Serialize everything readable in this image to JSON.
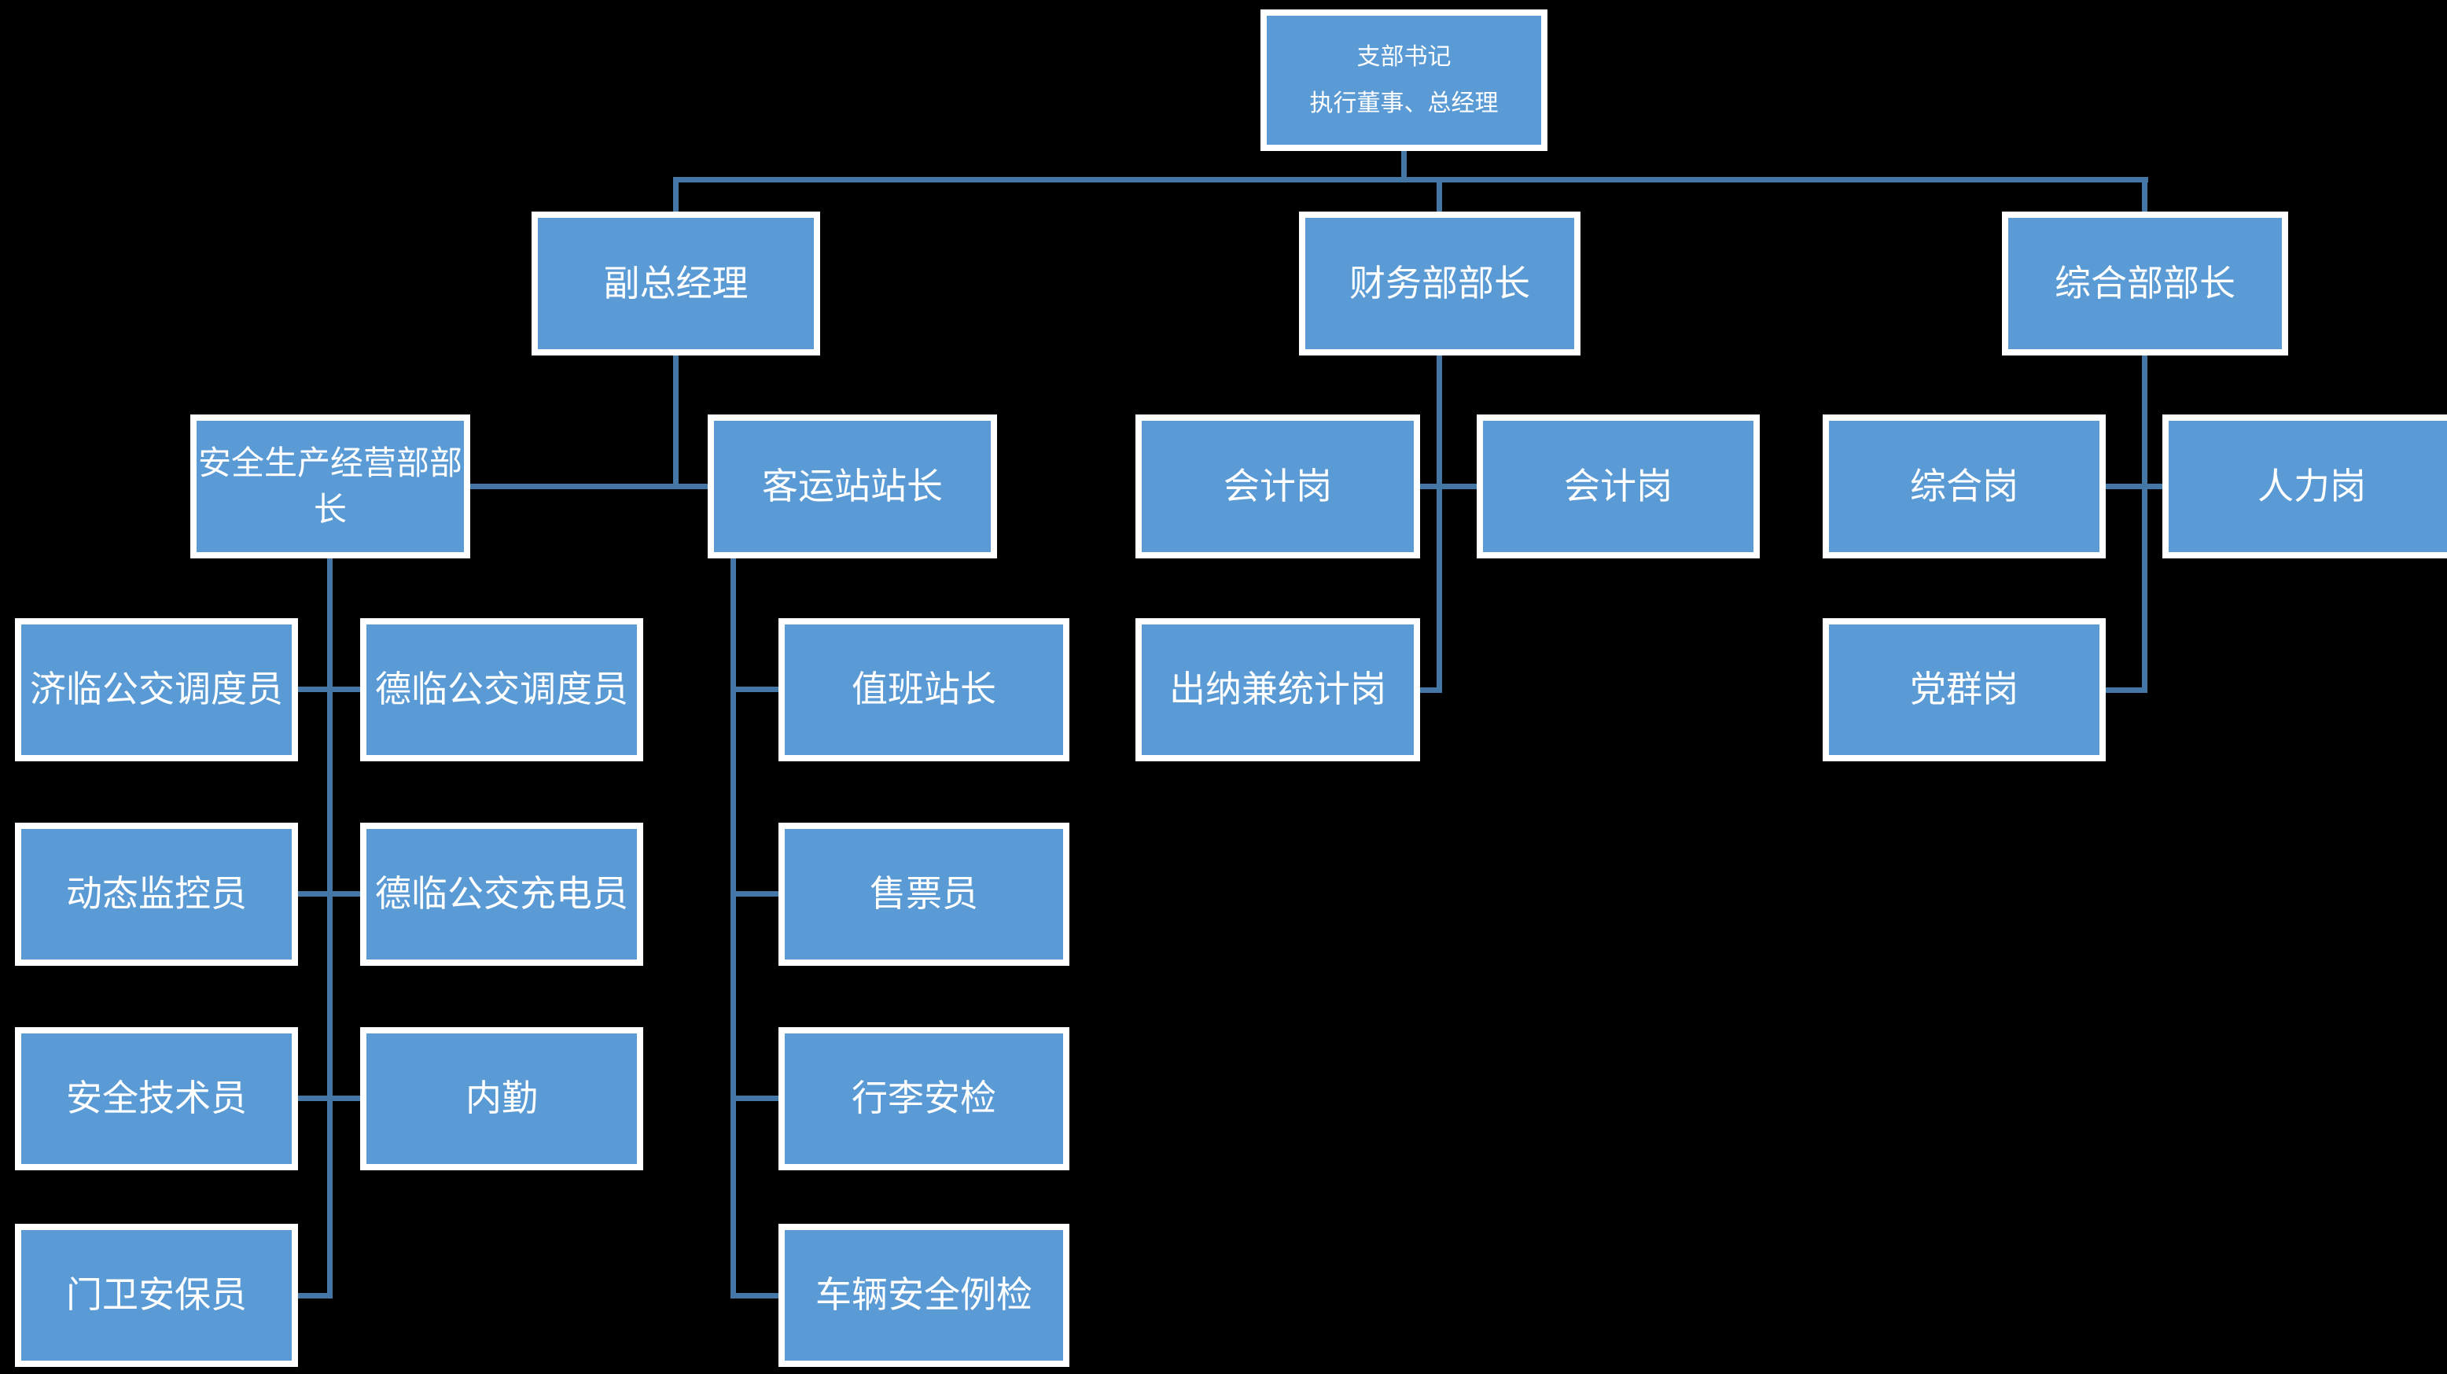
{
  "colors": {
    "background": "#000000",
    "box_fill": "#5B9BD5",
    "box_border": "#FFFFFF",
    "connector": "#4577A6",
    "text": "#FFFFFF"
  },
  "nodes": {
    "branch_secretary": {
      "line1": "支部书记",
      "line2": "执行董事、总经理"
    },
    "deputy_general_manager": "副总经理",
    "finance_dept_head": "财务部部长",
    "general_affairs_dept_head": "综合部部长",
    "safety_production_dept_head": "安全生产经营部部长",
    "passenger_station_master": "客运站站长",
    "accountant_post_1": "会计岗",
    "accountant_post_2": "会计岗",
    "general_post": "综合岗",
    "hr_post": "人力岗",
    "jilin_bus_dispatcher": "济临公交调度员",
    "delin_bus_dispatcher": "德临公交调度员",
    "dynamic_monitor": "动态监控员",
    "delin_bus_charger": "德临公交充电员",
    "safety_technician": "安全技术员",
    "office_clerk": "内勤",
    "gate_security_guard": "门卫安保员",
    "duty_station_master": "值班站长",
    "ticket_seller": "售票员",
    "luggage_security_check": "行李安检",
    "vehicle_safety_inspection": "车辆安全例检",
    "cashier_statistician_post": "出纳兼统计岗",
    "party_group_post": "党群岗"
  }
}
